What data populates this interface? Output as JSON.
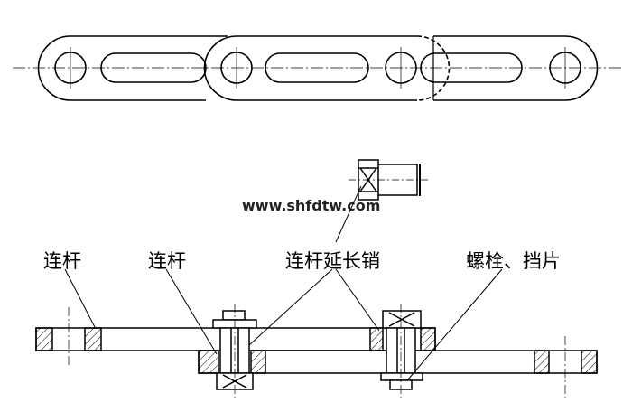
{
  "watermark": "www.shfdtw.com",
  "labels": {
    "link_left": "连杆",
    "link_middle": "连杆",
    "extension_pin": "连杆延长销",
    "bolt_washer": "螺栓、挡片"
  }
}
